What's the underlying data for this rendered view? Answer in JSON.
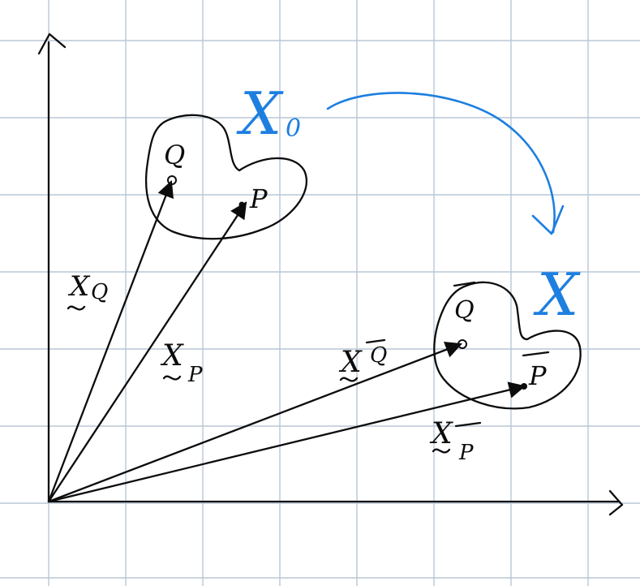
{
  "labels": {
    "body_reference": "X",
    "body_reference_sub": "0",
    "body_current": "X",
    "point_q_ref": "Q",
    "point_p_ref": "P",
    "point_q_cur": "Q",
    "point_p_cur": "P",
    "vec_q_ref": "X",
    "vec_q_ref_sub": "Q",
    "vec_p_ref": "X",
    "vec_p_ref_sub": "P",
    "vec_q_cur": "X",
    "vec_q_cur_sub": "Q",
    "vec_p_cur": "X",
    "vec_p_cur_sub": "P"
  },
  "colors": {
    "ink": "#0c0c0c",
    "annotation": "#1d7fe0",
    "grid": "#b9c7d6"
  }
}
